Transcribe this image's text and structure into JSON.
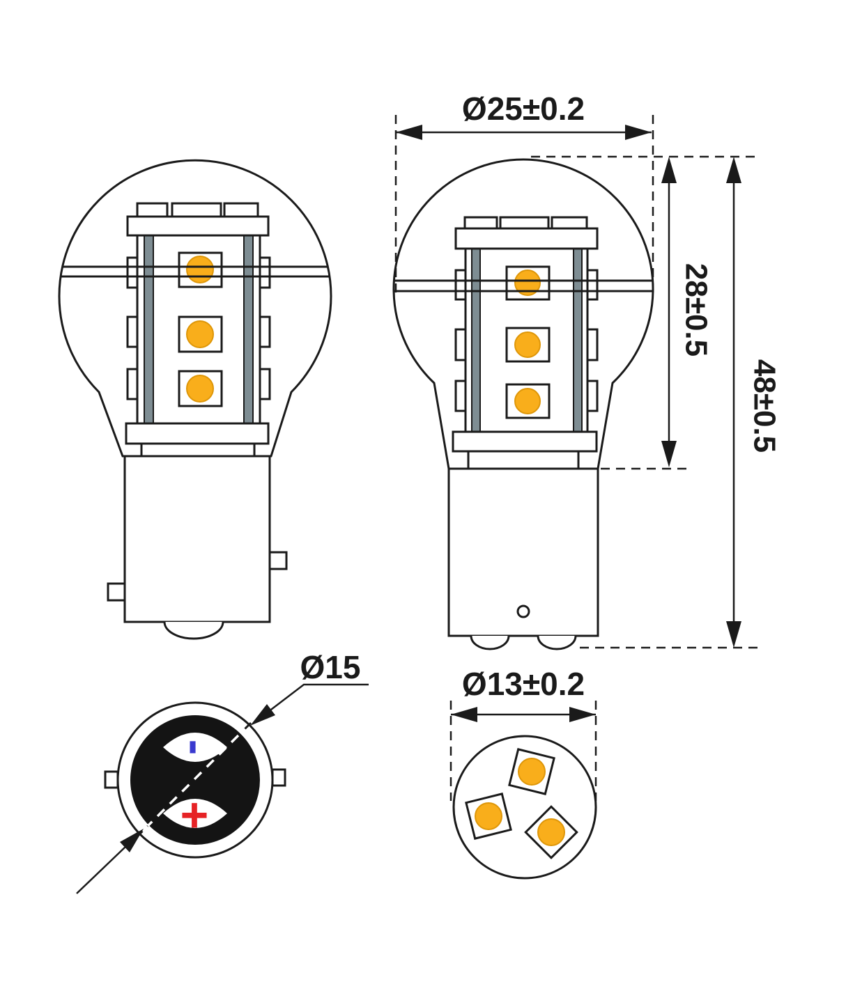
{
  "drawing": {
    "dim_bulb_diameter": "Ø25±0.2",
    "dim_glass_height": "28±0.5",
    "dim_total_height": "48±0.5",
    "dim_base_diameter": "Ø15",
    "dim_led_platform_diameter": "Ø13±0.2",
    "polarity_plus": "+",
    "polarity_minus": "-"
  },
  "colors": {
    "line": "#1a1a1a",
    "led_amber": "#F9AE1B",
    "rail_gray": "#7E8D93",
    "plus_red": "#E62225",
    "minus_blue": "#3A3ACF",
    "base_black": "#141414"
  }
}
